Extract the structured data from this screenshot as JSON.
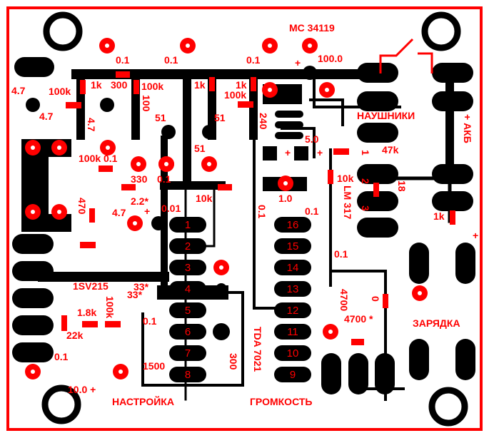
{
  "colors": {
    "copper": "#000000",
    "silk": "#ff0000",
    "board": "#ffffff"
  },
  "chips": {
    "mc": "MC 34119",
    "tda": "TDA 7021",
    "lm": "LM 317",
    "varicap": "1SV215"
  },
  "connectors": {
    "headphones": "НАУШНИКИ",
    "battery": "+ АКБ",
    "charging": "ЗАРЯДКА",
    "tuning": "НАСТРОЙКА",
    "volume": "ГРОМКОСТЬ"
  },
  "tda_pins": [
    "1",
    "2",
    "3",
    "4",
    "5",
    "6",
    "7",
    "8",
    "9",
    "10",
    "11",
    "12",
    "13",
    "14",
    "15",
    "16"
  ],
  "lm_pins": [
    "1",
    "2",
    "3"
  ],
  "components": {
    "c_top1": "0.1",
    "c_top2": "0.1",
    "c_top3": "0.1",
    "c_100": "100.0",
    "plus_100": "+",
    "c_47a": "4.7",
    "r_100k_a": "100k",
    "r_1k_a": "1k",
    "r_300": "300",
    "r_100k_b": "100k",
    "c_47b": "4.7",
    "l_47": "4.7",
    "c_100v": "100",
    "r_51a": "51",
    "r_1k_b": "1k",
    "r_1k_c": "1k",
    "r_100k_c": "100k",
    "c_51b": "51",
    "c_51c": "51",
    "r_240": "240",
    "c_50": "5.0",
    "plus_50a": "+",
    "plus_50b": "+",
    "r_47k": "47k",
    "r_100k_d": "100k",
    "c_01_d": "0.1",
    "r_330": "330",
    "c_01_e": "0.1",
    "r_470": "470",
    "c_22": "2.2*",
    "c_47c": "4.7",
    "plus_22": "+",
    "c_001": "0.01",
    "r_10k_a": "10k",
    "c_10": "1.0",
    "c_01_f": "0.1",
    "r_10k_b": "10k",
    "c_01_g": "0.1",
    "r_18": "18",
    "r_1k_d": "1k",
    "plus_akb": "+",
    "c_33a": "33*",
    "c_33b": "33*",
    "r_18k": "1.8k",
    "r_100k_e": "100k",
    "r_22k": "22k",
    "c_01_h": "0.1",
    "c_01_i": "0.1",
    "c_1500": "1500",
    "c_300": "300",
    "c_100_bot": "10.0 +",
    "c_01_j": "0.1",
    "c_4700a": "4700",
    "r_0": "0",
    "c_4700b": "4700 *"
  }
}
